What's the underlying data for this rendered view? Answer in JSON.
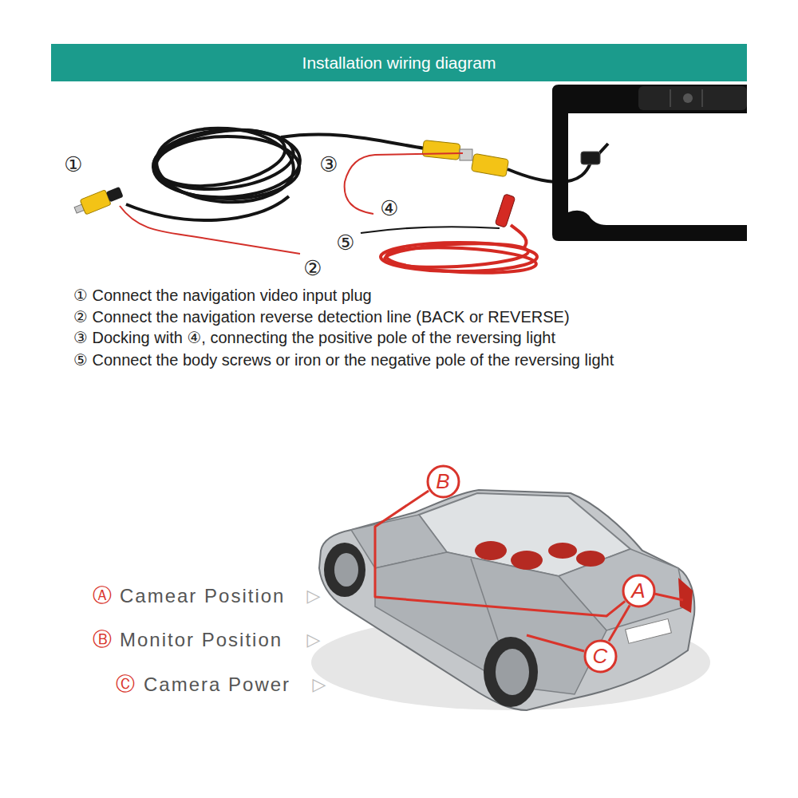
{
  "diagram": {
    "title": "Installation wiring diagram",
    "nodes": [
      {
        "text": [
          "B"
        ]
      },
      {
        "text": [
          "A"
        ]
      },
      {
        "text": [
          "C"
        ]
      }
    ],
    "edges": [
      {
        "from": 0,
        "to": 1,
        "arrow": "none"
      },
      {
        "from": 1,
        "to": 2,
        "arrow": "none"
      }
    ],
    "labels": [
      "①",
      "③",
      "④",
      "⑤",
      "②",
      "① Connect the navigation video input plug",
      "② Connect the navigation reverse detection line (BACK or REVERSE)",
      "③ Docking with ④, connecting the positive pole of the reversing light",
      "⑤ Connect the body screws or iron or the negative pole of the reversing light",
      "Ⓐ",
      "Camear Position",
      "▷",
      "Ⓑ",
      "Monitor Position",
      "▷",
      "Ⓒ",
      "Camera Power",
      "▷"
    ]
  }
}
